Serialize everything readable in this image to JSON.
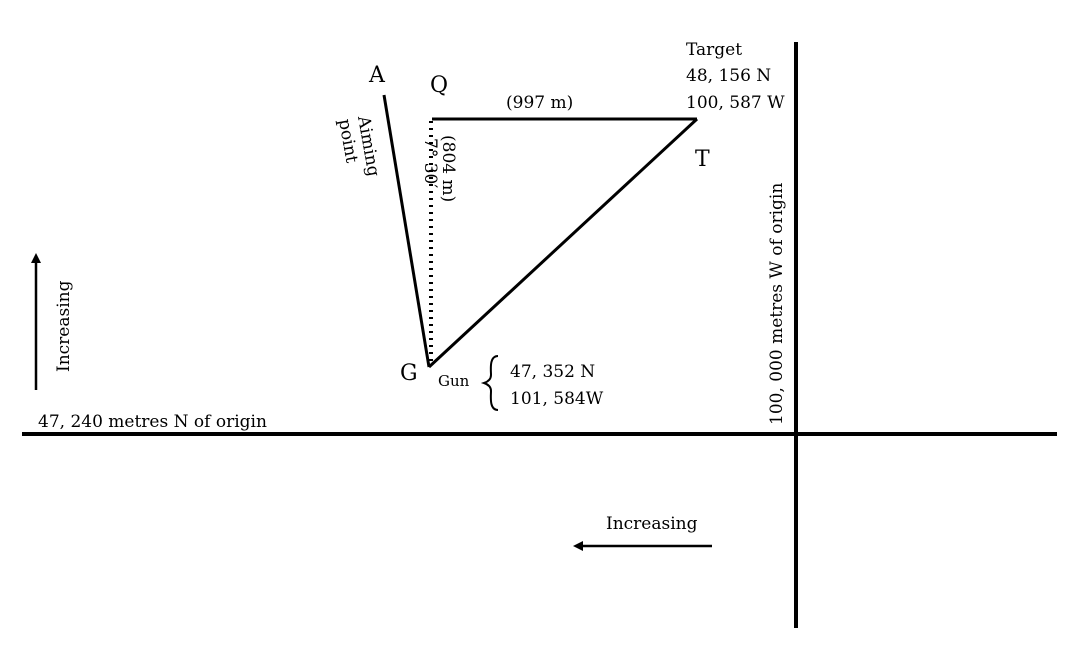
{
  "points": {
    "A": "A",
    "Q": "Q",
    "T": "T",
    "G": "G"
  },
  "target": {
    "title": "Target",
    "north": "48, 156 N",
    "west": "100, 587 W"
  },
  "gun": {
    "label": "Gun",
    "north": "47, 352 N",
    "west": "101, 584W"
  },
  "measurements": {
    "qt": "(997 m)",
    "qg": "(804 m)",
    "angle": "7° 30′"
  },
  "aiming_point": {
    "line1": "Aiming",
    "line2": "point"
  },
  "axes": {
    "north_origin": "47, 240 metres N of origin",
    "west_origin": "100, 000 metres W of origin",
    "increasing_vertical": "Increasing",
    "increasing_horizontal": "Increasing"
  }
}
